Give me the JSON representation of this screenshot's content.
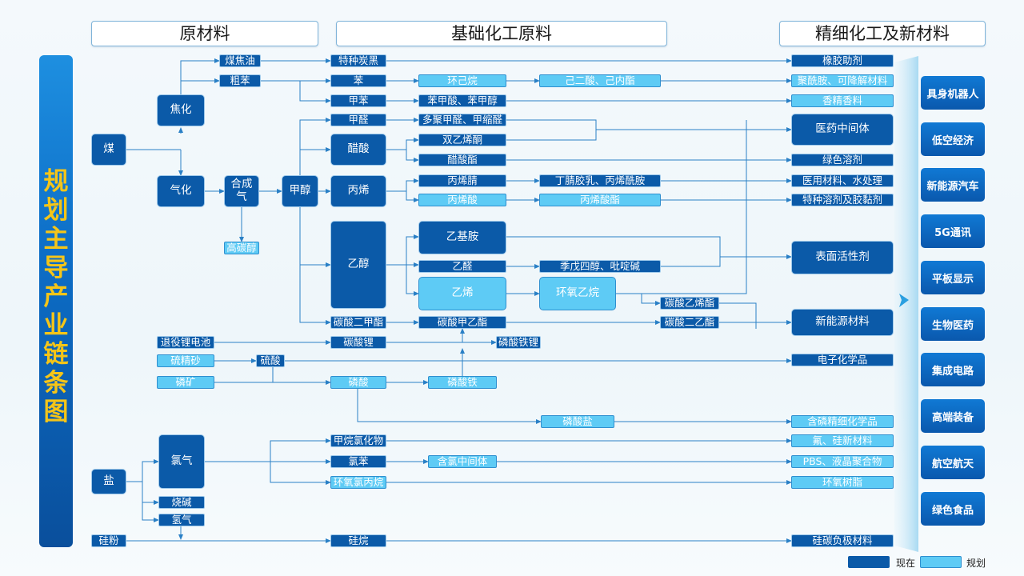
{
  "headers": {
    "raw": "原材料",
    "basic": "基础化工原料",
    "fine": "精细化工及新材料"
  },
  "sidebar_title": "规划主导产业链条图",
  "nodes": {
    "meijiaoyou": "煤焦油",
    "cuben": "粗苯",
    "jiaohua": "焦化",
    "mei": "煤",
    "qihua": "气化",
    "hechengqi": "合成气",
    "gaotanchun": "高碳醇",
    "jiachun": "甲醇",
    "tezhongtanhei": "特种炭黑",
    "ben": "苯",
    "jiaben": "甲苯",
    "jiaquan": "甲醛",
    "cusuan": "醋酸",
    "bingxi": "丙烯",
    "yichun": "乙醇",
    "tansuanerjiazhi": "碳酸二甲酯",
    "huanjiwan": "环己烷",
    "benjiasuan": "苯甲酸、苯甲醇",
    "duojujiaquan": "多聚甲醛、甲缩醛",
    "shuangyixitong": "双乙烯酮",
    "cusuanzhi": "醋酸酯",
    "bingxijing": "丙烯腈",
    "bingxisuan": "丙烯酸",
    "yijian": "乙基胺",
    "yiquan": "乙醛",
    "yixi": "乙烯",
    "tansuanjiayizhi": "碳酸甲乙酯",
    "jierersuan": "己二酸、己内酯",
    "dingjingjiaoru": "丁腈胶乳、丙烯酰胺",
    "bingxisuanzhi": "丙烯酸酯",
    "jiwusichun": "季戊四醇、吡啶碱",
    "huanyangyiwan": "环氧乙烷",
    "tansuanyixizhi": "碳酸乙烯酯",
    "tansuanyierzhi": "碳酸二乙酯",
    "xiangjiaozhuji": "橡胶助剂",
    "juxianan": "聚酰胺、可降解材料",
    "xiangjingxiangliao": "香精香料",
    "yiyaozhongjianti": "医药中间体",
    "lvserongji": "绿色溶剂",
    "yiyongcailiao": "医用材料、水处理",
    "tezhongrongji": "特种溶剂及胶黏剂",
    "biaomianhuoxingji": "表面活性剂",
    "xinnengyuancailiao": "新能源材料",
    "tuiyilidianchi": "退役锂电池",
    "tansuanli": "碳酸锂",
    "linsuantieli": "磷酸铁锂",
    "liujingsha": "硫精砂",
    "liusuan": "硫酸",
    "dianzihuaxuepin": "电子化学品",
    "linkuang": "磷矿",
    "linsuan": "磷酸",
    "linsuantie": "磷酸铁",
    "linsuanyan": "磷酸盐",
    "hanlinjingxi": "含磷精细化学品",
    "yan": "盐",
    "luqi": "氯气",
    "shaojian": "烧碱",
    "qingqi": "氢气",
    "jiawanluhuawu": "甲烷氯化物",
    "luben": "氯苯",
    "huanyangluby": "环氧氯丙烷",
    "hanluzhongjianti": "含氯中间体",
    "fuguixincailiao": "氟、硅新材料",
    "pbs": "PBS、液晶聚合物",
    "huanyangshuzhi": "环氧树脂",
    "guifen": "硅粉",
    "guiwan": "硅烷",
    "guitanfujicailiao": "硅碳负极材料"
  },
  "industries": [
    "具身机器人",
    "低空经济",
    "新能源汽车",
    "5G通讯",
    "平板显示",
    "生物医药",
    "集成电路",
    "高端装备",
    "航空航天",
    "绿色食品"
  ],
  "legend": {
    "current": "现在",
    "planned": "规划"
  },
  "colors": {
    "current": "#0b5aa8",
    "planned": "#5ecbf5",
    "line": "#2a80c6",
    "accent": "#f5c518"
  }
}
